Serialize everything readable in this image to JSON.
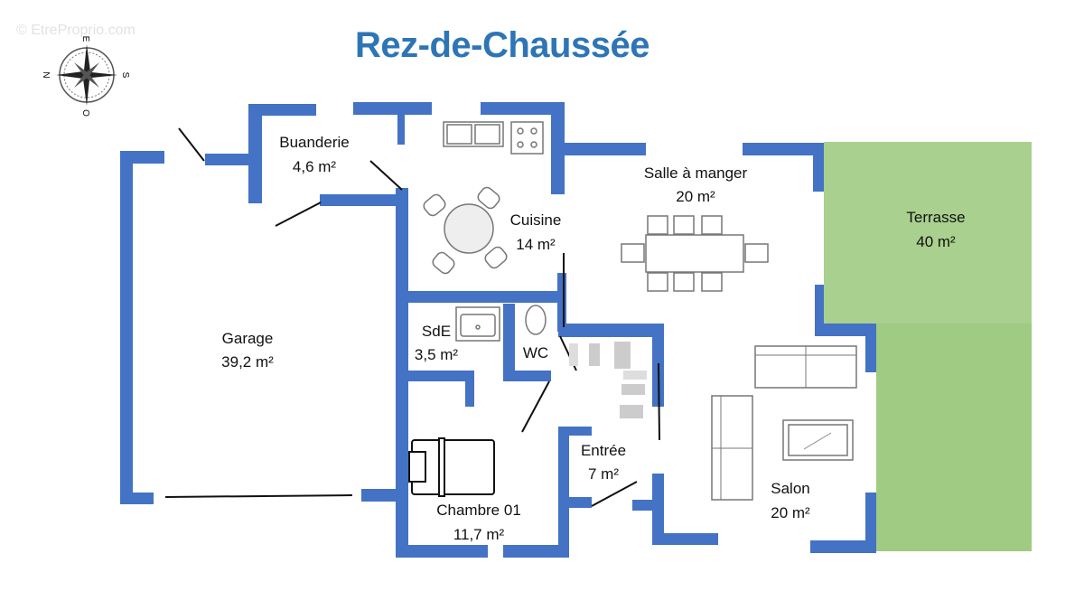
{
  "title": "Rez-de-Chaussée",
  "watermark": "© EtreProprio.com",
  "compass": {
    "north": "N",
    "east": "E",
    "south": "S",
    "west": "O"
  },
  "colors": {
    "wall": "#4472c4",
    "title": "#2e75b6",
    "terrace": "#a9d08e"
  },
  "rooms": [
    {
      "name": "Buanderie",
      "area": "4,6 m²"
    },
    {
      "name": "Cuisine",
      "area": "14 m²"
    },
    {
      "name": "Salle à manger",
      "area": "20 m²"
    },
    {
      "name": "Terrasse",
      "area": "40 m²"
    },
    {
      "name": "Garage",
      "area": "39,2 m²"
    },
    {
      "name": "SdE",
      "area": "3,5 m²"
    },
    {
      "name": "WC",
      "area": ""
    },
    {
      "name": "Entrée",
      "area": "7 m²"
    },
    {
      "name": "Chambre 01",
      "area": "11,7 m²"
    },
    {
      "name": "Salon",
      "area": "20 m²"
    }
  ]
}
